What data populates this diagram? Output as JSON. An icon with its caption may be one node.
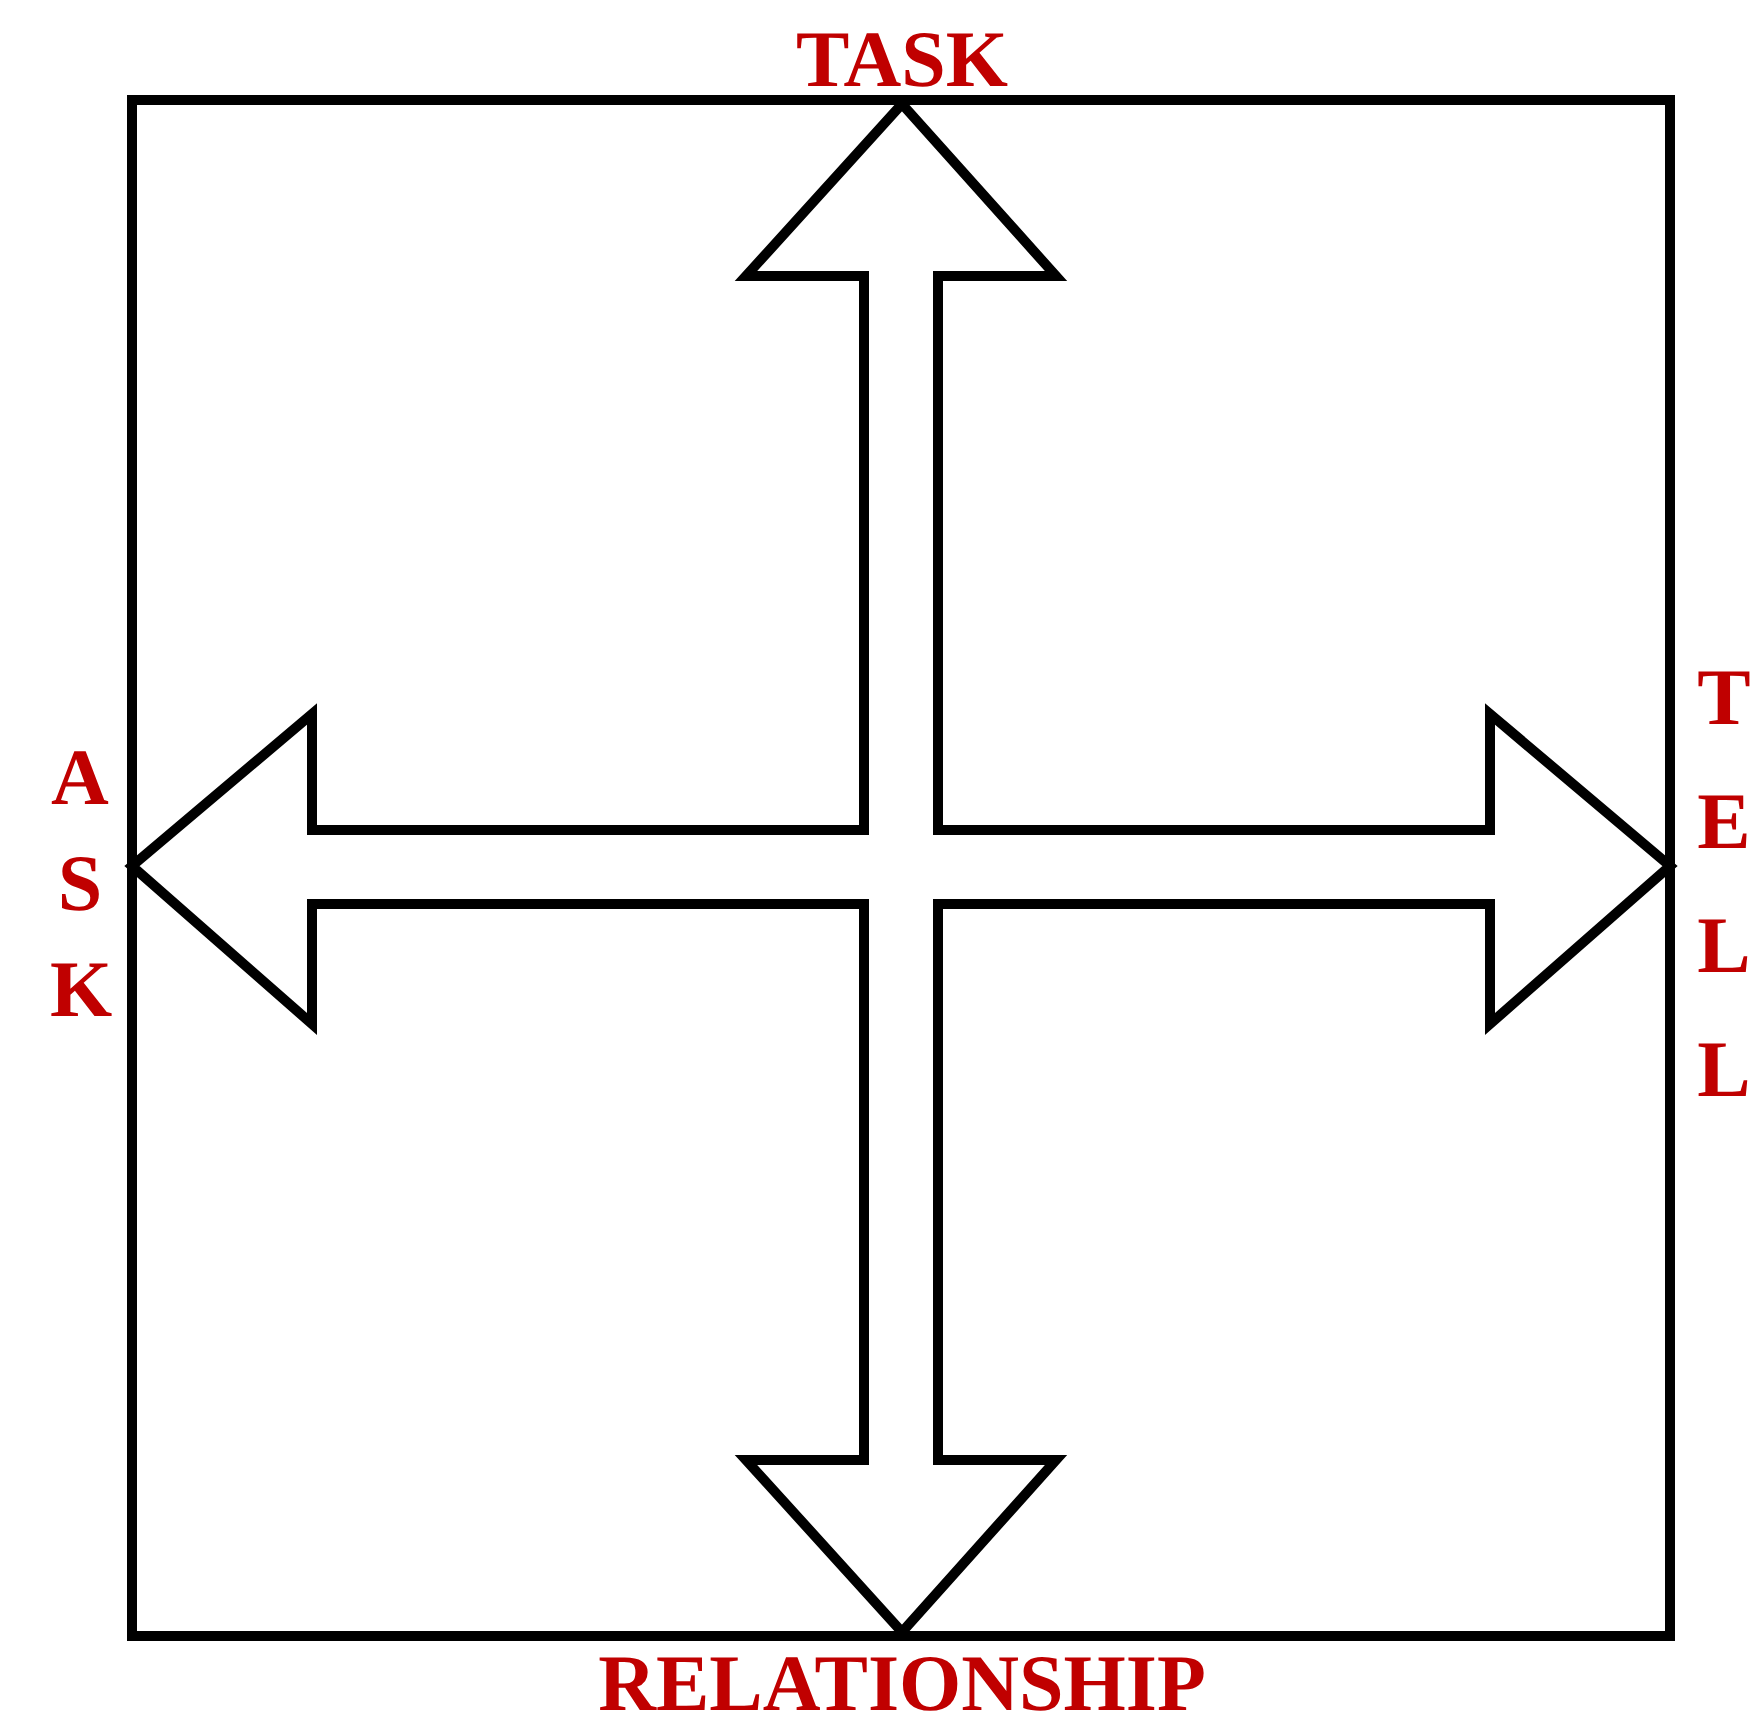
{
  "diagram": {
    "labels": [
      "TASK",
      "TELL",
      "ASK",
      "RELATIONSHIP"
    ]
  }
}
